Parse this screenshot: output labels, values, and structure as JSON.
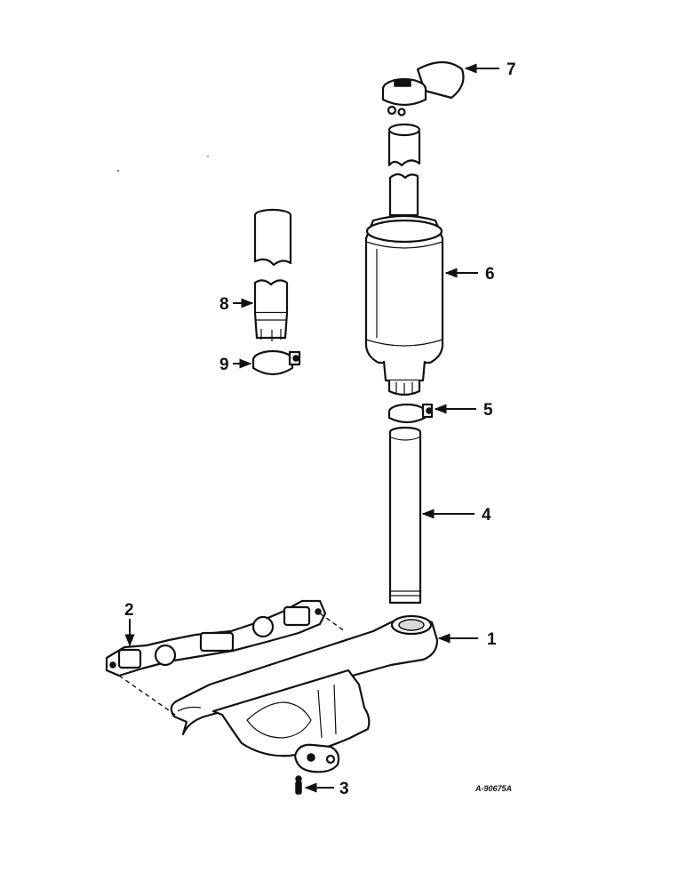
{
  "callouts": [
    {
      "number": "1"
    },
    {
      "number": "2"
    },
    {
      "number": "3"
    },
    {
      "number": "4"
    },
    {
      "number": "5"
    },
    {
      "number": "6"
    },
    {
      "number": "7"
    },
    {
      "number": "8"
    },
    {
      "number": "9"
    }
  ],
  "drawing_reference": "A-90675A"
}
